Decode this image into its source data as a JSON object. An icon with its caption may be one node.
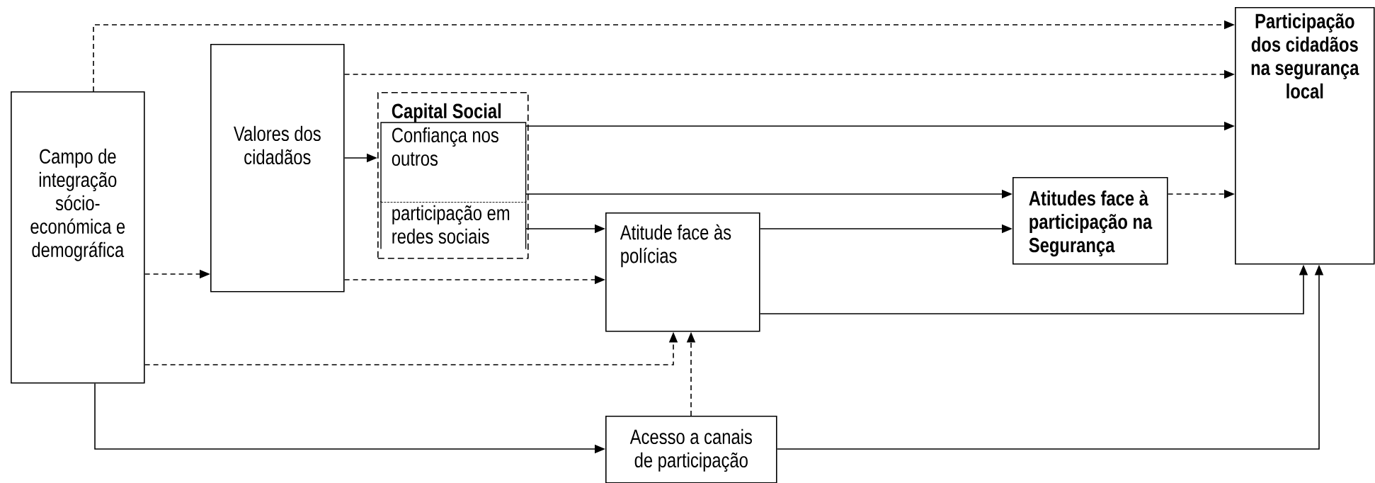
{
  "diagram": {
    "nodes": [
      {
        "text": [
          "Campo de integração sócio-económica e demográfica"
        ]
      },
      {
        "text": [
          "Valores dos cidadãos"
        ]
      },
      {
        "text": [
          "Capital Social"
        ]
      },
      {
        "text": [
          "Confiança nos outros"
        ],
        "in": 2
      },
      {
        "text": [
          "participação em redes sociais"
        ],
        "in": 2
      },
      {
        "text": [
          "Atitude face às polícias"
        ]
      },
      {
        "text": [
          "Atitudes face à participação na Segurança"
        ]
      },
      {
        "text": [
          "Participação dos cidadãos na segurança local"
        ]
      },
      {
        "text": [
          "Acesso a canais de participação"
        ]
      }
    ],
    "edges": [
      {
        "from": 0,
        "to": 7,
        "arrow": "to",
        "style": "dashed"
      },
      {
        "from": 1,
        "to": 7,
        "arrow": "to",
        "style": "dashed"
      },
      {
        "from": 0,
        "to": 1,
        "arrow": "to",
        "style": "dashed"
      },
      {
        "from": 1,
        "to": 2,
        "arrow": "to"
      },
      {
        "from": 3,
        "to": 7,
        "arrow": "to"
      },
      {
        "from": 3,
        "to": 6,
        "arrow": "to"
      },
      {
        "from": 4,
        "to": 5,
        "arrow": "to"
      },
      {
        "from": 1,
        "to": 5,
        "arrow": "to",
        "style": "dashed"
      },
      {
        "from": 5,
        "to": 6,
        "arrow": "to"
      },
      {
        "from": 6,
        "to": 7,
        "arrow": "to",
        "style": "dashed"
      },
      {
        "from": 5,
        "to": 7,
        "arrow": "to"
      },
      {
        "from": 0,
        "to": 5,
        "arrow": "to",
        "style": "dashed"
      },
      {
        "from": 8,
        "to": 5,
        "arrow": "to",
        "style": "dashed"
      },
      {
        "from": 0,
        "to": 8,
        "arrow": "to"
      },
      {
        "from": 8,
        "to": 7,
        "arrow": "to"
      }
    ]
  }
}
